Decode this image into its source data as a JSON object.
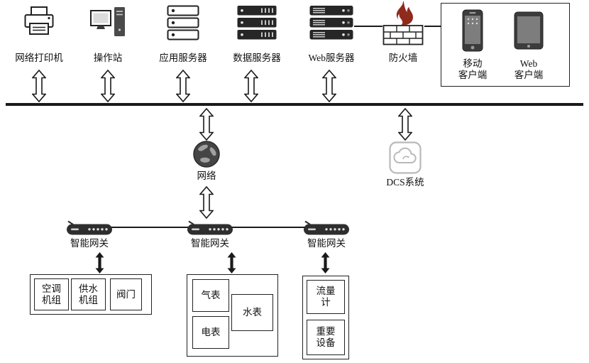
{
  "nodes": {
    "printer": {
      "label": "网络打印机"
    },
    "workstation": {
      "label": "操作站"
    },
    "app_server": {
      "label": "应用服务器"
    },
    "data_server": {
      "label": "数据服务器"
    },
    "web_server": {
      "label": "Web服务器"
    },
    "firewall": {
      "label": "防火墙"
    },
    "mobile_client": {
      "label": "移动\n客户端"
    },
    "web_client": {
      "label": "Web\n客户端"
    },
    "network": {
      "label": "网络"
    },
    "dcs": {
      "label": "DCS系统"
    },
    "gateway_1": {
      "label": "智能网关"
    },
    "gateway_2": {
      "label": "智能网关"
    },
    "gateway_3": {
      "label": "智能网关"
    }
  },
  "device_groups": {
    "group_1": {
      "cells": {
        "hvac": "空调\n机组",
        "water_supply": "供水\n机组",
        "valve": "阀门"
      }
    },
    "group_2": {
      "cells": {
        "gas_meter": "气表",
        "water_meter": "水表",
        "electric_meter": "电表"
      }
    },
    "group_3": {
      "cells": {
        "flow_meter": "流量\n计",
        "critical_equipment": "重要\n设备"
      }
    }
  },
  "colors": {
    "line": "#1a1a1a",
    "icon_dark": "#2e2e2e",
    "flame": "#8f2a1c",
    "cloud_gray": "#b9b9b9"
  }
}
